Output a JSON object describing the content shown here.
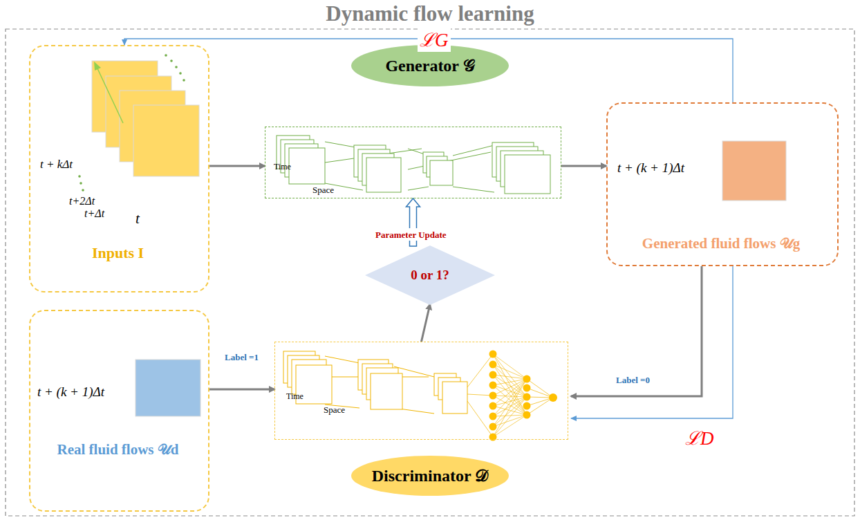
{
  "diagram": {
    "title": "Dynamic flow learning",
    "nodes": [
      {
        "text": [
          "Inputs I"
        ]
      },
      {
        "text": [
          "Generator 𝒢"
        ]
      },
      {
        "text": [
          "Time",
          "Space"
        ]
      },
      {
        "text": [
          "t + (k + 1)Δt",
          "Generated fluid flows 𝒰g"
        ]
      },
      {
        "text": [
          "0 or 1?"
        ]
      },
      {
        "text": [
          "t + (k + 1)Δt",
          "Real fluid flows 𝒰d"
        ]
      },
      {
        "text": [
          "Time",
          "Space"
        ]
      },
      {
        "text": [
          "Discriminator 𝒟"
        ]
      }
    ],
    "edges": [
      {
        "from": 0,
        "to": 2,
        "arrow": "to"
      },
      {
        "from": 2,
        "to": 3,
        "arrow": "to"
      },
      {
        "from": 3,
        "to": 6,
        "label": "Label =0",
        "arrow": "to"
      },
      {
        "from": 5,
        "to": 6,
        "label": "Label =1",
        "arrow": "to"
      },
      {
        "from": 6,
        "to": 4,
        "arrow": "to"
      },
      {
        "from": 4,
        "to": 2,
        "label": "Parameter Update",
        "arrow": "to"
      },
      {
        "from": 3,
        "to": 0,
        "label": "ℒG",
        "arrow": "to"
      },
      {
        "from": 3,
        "to": 6,
        "label": "ℒD",
        "arrow": "to"
      }
    ],
    "labels": [
      "t + kΔt",
      "t+2Δt",
      "t+Δt",
      "t"
    ]
  }
}
